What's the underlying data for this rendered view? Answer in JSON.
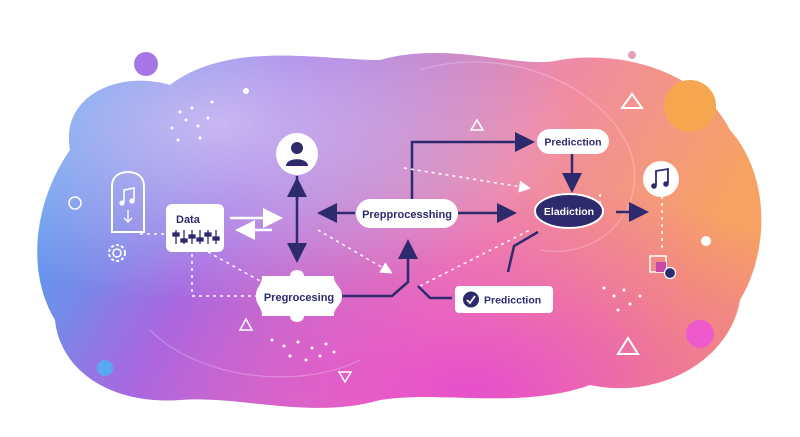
{
  "diagram": {
    "nodes": {
      "data": {
        "label": "Data"
      },
      "preprocessing": {
        "label": "Prepprocesshing"
      },
      "pregrocesing": {
        "label": "Pregrocesing"
      },
      "prediction_top": {
        "label": "Predicction"
      },
      "eladiction": {
        "label": "Eladiction"
      },
      "prediction_bottom": {
        "label": "Predicction"
      }
    },
    "icons": [
      "music-note-icon",
      "user-icon",
      "gear-icon",
      "sliders-icon",
      "checkmark-icon",
      "shapes-icon"
    ],
    "colors": {
      "navy": "#2d2a6e",
      "white": "#ffffff",
      "blob_left": "#4aa3f0",
      "blob_mid": "#a86be0",
      "blob_right": "#f5967a",
      "blob_bottom": "#e04fd0",
      "orange_circle": "#f5a64f"
    }
  }
}
